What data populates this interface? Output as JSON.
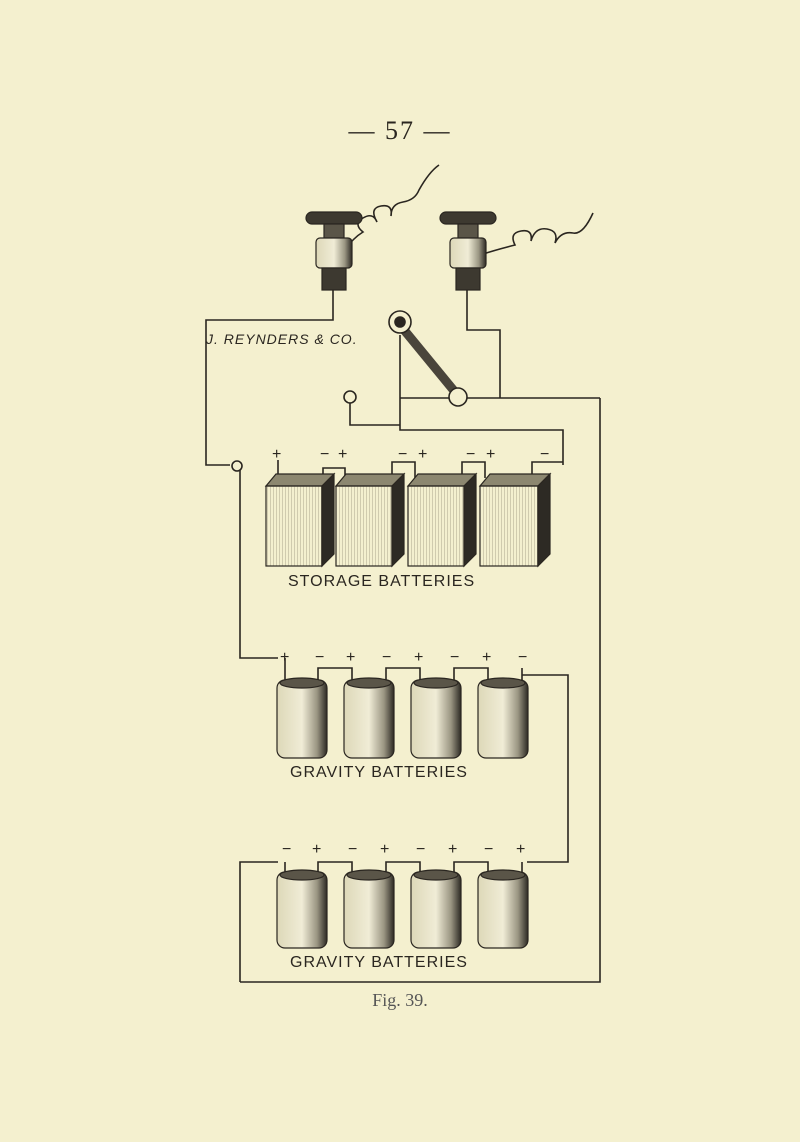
{
  "page_number": "— 57 —",
  "maker_label": "J. REYNDERS & CO.",
  "caption": "Fig. 39.",
  "bank_labels": {
    "storage": "STORAGE BATTERIES",
    "gravity_1": "GRAVITY BATTERIES",
    "gravity_2": "GRAVITY BATTERIES"
  },
  "polarity": {
    "storage": [
      "+",
      "−",
      "+",
      "−",
      "+",
      "−",
      "+",
      "−"
    ],
    "gravity_1": [
      "+",
      "−",
      "+",
      "−",
      "+",
      "−",
      "+",
      "−"
    ],
    "gravity_2": [
      "−",
      "+",
      "−",
      "+",
      "−",
      "+",
      "−",
      "+"
    ]
  },
  "colors": {
    "background": "#f4f0cf",
    "ink": "#2a2620"
  }
}
